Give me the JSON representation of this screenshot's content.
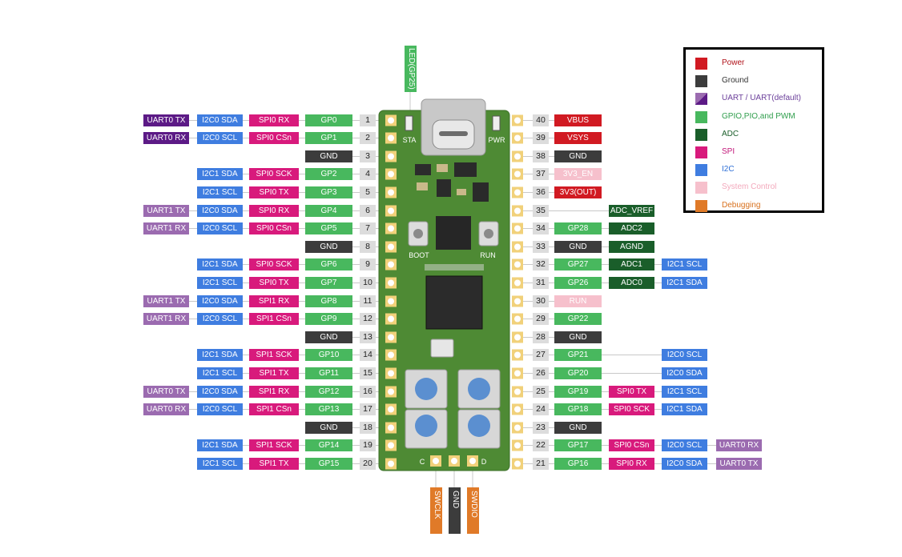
{
  "colors": {
    "power": "#d11a22",
    "ground": "#3c3c3c",
    "uart": "#5c1a86",
    "uart_alt": "#9b6bb0",
    "gpio": "#48b85e",
    "adc": "#1a5e2a",
    "spi": "#d81a7c",
    "i2c": "#3f7de0",
    "sys": "#f6c0cc",
    "debug": "#e07a28",
    "pcb": "#4e8a34"
  },
  "led_label": "LED(GP25)",
  "board": {
    "sta_label": "STA",
    "pwr_label": "PWR",
    "boot_label": "BOOT",
    "run_label": "RUN",
    "pad_c": "C",
    "pad_d": "D"
  },
  "left_pins": [
    {
      "pin": "1",
      "gpio": "GP0",
      "spi": "SPI0 RX",
      "i2c": "I2C0 SDA",
      "uart": "UART0 TX",
      "uart_style": "uart"
    },
    {
      "pin": "2",
      "gpio": "GP1",
      "spi": "SPI0 CSn",
      "i2c": "I2C0 SCL",
      "uart": "UART0 RX",
      "uart_style": "uart"
    },
    {
      "pin": "3",
      "ground": "GND"
    },
    {
      "pin": "4",
      "gpio": "GP2",
      "spi": "SPI0 SCK",
      "i2c": "I2C1 SDA"
    },
    {
      "pin": "5",
      "gpio": "GP3",
      "spi": "SPI0 TX",
      "i2c": "I2C1 SCL"
    },
    {
      "pin": "6",
      "gpio": "GP4",
      "spi": "SPI0 RX",
      "i2c": "I2C0 SDA",
      "uart": "UART1 TX",
      "uart_style": "uart_alt"
    },
    {
      "pin": "7",
      "gpio": "GP5",
      "spi": "SPI0 CSn",
      "i2c": "I2C0 SCL",
      "uart": "UART1 RX",
      "uart_style": "uart_alt"
    },
    {
      "pin": "8",
      "ground": "GND"
    },
    {
      "pin": "9",
      "gpio": "GP6",
      "spi": "SPI0 SCK",
      "i2c": "I2C1 SDA"
    },
    {
      "pin": "10",
      "gpio": "GP7",
      "spi": "SPI0 TX",
      "i2c": "I2C1 SCL"
    },
    {
      "pin": "11",
      "gpio": "GP8",
      "spi": "SPI1 RX",
      "i2c": "I2C0 SDA",
      "uart": "UART1 TX",
      "uart_style": "uart_alt"
    },
    {
      "pin": "12",
      "gpio": "GP9",
      "spi": "SPI1 CSn",
      "i2c": "I2C0 SCL",
      "uart": "UART1 RX",
      "uart_style": "uart_alt"
    },
    {
      "pin": "13",
      "ground": "GND"
    },
    {
      "pin": "14",
      "gpio": "GP10",
      "spi": "SPI1 SCK",
      "i2c": "I2C1 SDA"
    },
    {
      "pin": "15",
      "gpio": "GP11",
      "spi": "SPI1 TX",
      "i2c": "I2C1 SCL"
    },
    {
      "pin": "16",
      "gpio": "GP12",
      "spi": "SPI1 RX",
      "i2c": "I2C0 SDA",
      "uart": "UART0 TX",
      "uart_style": "uart_alt"
    },
    {
      "pin": "17",
      "gpio": "GP13",
      "spi": "SPI1 CSn",
      "i2c": "I2C0 SCL",
      "uart": "UART0 RX",
      "uart_style": "uart_alt"
    },
    {
      "pin": "18",
      "ground": "GND"
    },
    {
      "pin": "19",
      "gpio": "GP14",
      "spi": "SPI1 SCK",
      "i2c": "I2C1 SDA"
    },
    {
      "pin": "20",
      "gpio": "GP15",
      "spi": "SPI1 TX",
      "i2c": "I2C1 SCL"
    }
  ],
  "right_pins": [
    {
      "pin": "40",
      "power": "VBUS"
    },
    {
      "pin": "39",
      "power": "VSYS"
    },
    {
      "pin": "38",
      "ground": "GND"
    },
    {
      "pin": "37",
      "sys": "3V3_EN"
    },
    {
      "pin": "36",
      "power": "3V3(OUT)"
    },
    {
      "pin": "35",
      "adc": "ADC_VREF"
    },
    {
      "pin": "34",
      "gpio": "GP28",
      "adc": "ADC2"
    },
    {
      "pin": "33",
      "ground": "GND",
      "adc": "AGND"
    },
    {
      "pin": "32",
      "gpio": "GP27",
      "adc": "ADC1",
      "i2c": "I2C1 SCL"
    },
    {
      "pin": "31",
      "gpio": "GP26",
      "adc": "ADC0",
      "i2c": "I2C1 SDA"
    },
    {
      "pin": "30",
      "sys": "RUN"
    },
    {
      "pin": "29",
      "gpio": "GP22"
    },
    {
      "pin": "28",
      "ground": "GND"
    },
    {
      "pin": "27",
      "gpio": "GP21",
      "i2c": "I2C0 SCL"
    },
    {
      "pin": "26",
      "gpio": "GP20",
      "i2c": "I2C0 SDA"
    },
    {
      "pin": "25",
      "gpio": "GP19",
      "spi": "SPI0 TX",
      "i2c": "I2C1 SCL"
    },
    {
      "pin": "24",
      "gpio": "GP18",
      "spi": "SPI0 SCK",
      "i2c": "I2C1 SDA"
    },
    {
      "pin": "23",
      "ground": "GND"
    },
    {
      "pin": "22",
      "gpio": "GP17",
      "spi": "SPI0 CSn",
      "i2c": "I2C0 SCL",
      "uart": "UART0 RX",
      "uart_style": "uart_alt"
    },
    {
      "pin": "21",
      "gpio": "GP16",
      "spi": "SPI0 RX",
      "i2c": "I2C0 SDA",
      "uart": "UART0 TX",
      "uart_style": "uart_alt"
    }
  ],
  "debug_pins": [
    {
      "label": "SWCLK",
      "style": "debug"
    },
    {
      "label": "GND",
      "style": "ground"
    },
    {
      "label": "SWDIO",
      "style": "debug"
    }
  ],
  "legend": [
    {
      "label": "Power",
      "style": "power",
      "text_color": "#b0121a"
    },
    {
      "label": "Ground",
      "style": "ground",
      "text_color": "#333333"
    },
    {
      "label": "UART / UART(default)",
      "style": "uart_split",
      "text_color": "#6b3f9a"
    },
    {
      "label": "GPIO,PIO,and PWM",
      "style": "gpio",
      "text_color": "#2f9e4c"
    },
    {
      "label": "ADC",
      "style": "adc",
      "text_color": "#1a5e2a"
    },
    {
      "label": "SPI",
      "style": "spi",
      "text_color": "#c2187a"
    },
    {
      "label": "I2C",
      "style": "i2c",
      "text_color": "#2f6fd6"
    },
    {
      "label": "System Control",
      "style": "sys",
      "text_color": "#f3a9bc"
    },
    {
      "label": "Debugging",
      "style": "debug",
      "text_color": "#d8701c"
    }
  ]
}
